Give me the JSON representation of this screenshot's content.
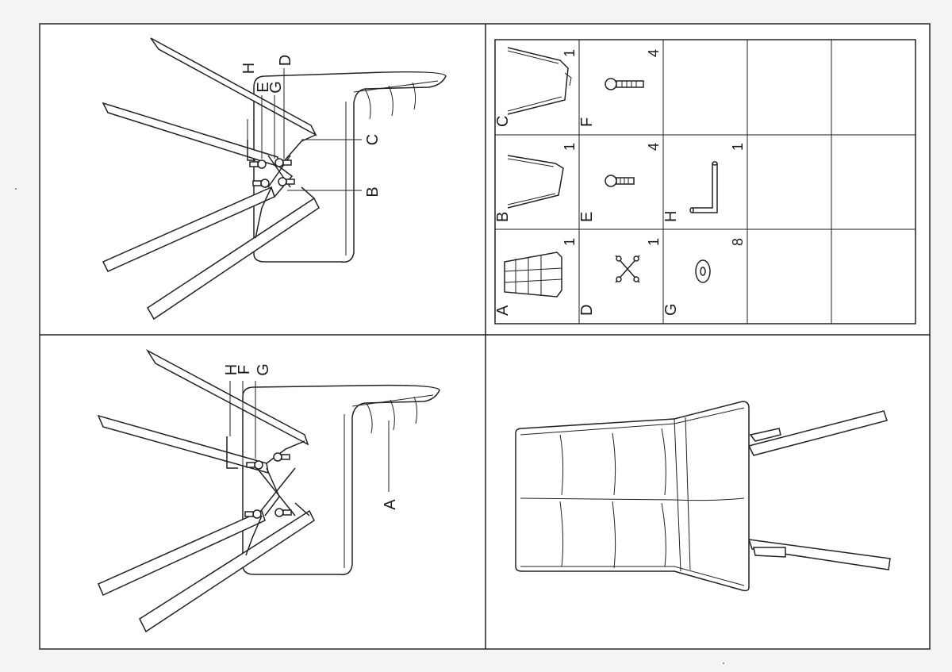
{
  "step_upper": {
    "labels": [
      "H",
      "E",
      "G",
      "D",
      "C",
      "B"
    ]
  },
  "step_lower": {
    "labels": [
      "H",
      "F",
      "G",
      "A"
    ]
  },
  "parts": [
    {
      "letter": "A",
      "qty": "1",
      "icon": "seat-icon"
    },
    {
      "letter": "B",
      "qty": "1",
      "icon": "leg-frame-b-icon"
    },
    {
      "letter": "C",
      "qty": "1",
      "icon": "leg-frame-c-icon"
    },
    {
      "letter": "D",
      "qty": "1",
      "icon": "cross-bracket-icon"
    },
    {
      "letter": "E",
      "qty": "4",
      "icon": "short-bolt-icon"
    },
    {
      "letter": "F",
      "qty": "4",
      "icon": "long-bolt-icon"
    },
    {
      "letter": "G",
      "qty": "8",
      "icon": "washer-icon"
    },
    {
      "letter": "H",
      "qty": "1",
      "icon": "allen-key-icon"
    }
  ],
  "finished": {
    "icon": "assembled-chair-icon"
  }
}
